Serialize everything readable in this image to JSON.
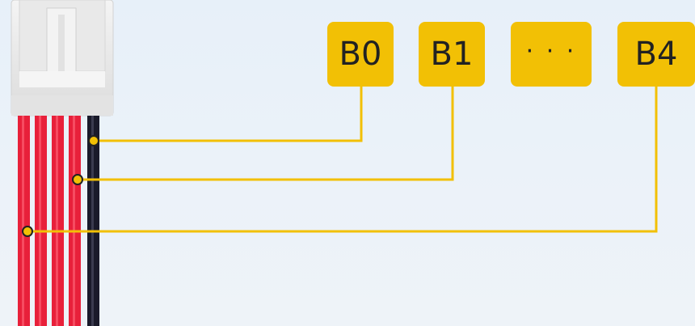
{
  "colors": {
    "label_bg": "#f2c005",
    "leader_line": "#f2c005",
    "wire_red": "#e8203a",
    "wire_black": "#1a1a2a",
    "connector_body": "#ececec"
  },
  "labels": [
    {
      "id": "b0",
      "text": "B0"
    },
    {
      "id": "b1",
      "text": "B1"
    },
    {
      "id": "ellipsis",
      "text": "· · ·"
    },
    {
      "id": "b4",
      "text": "B4"
    }
  ]
}
